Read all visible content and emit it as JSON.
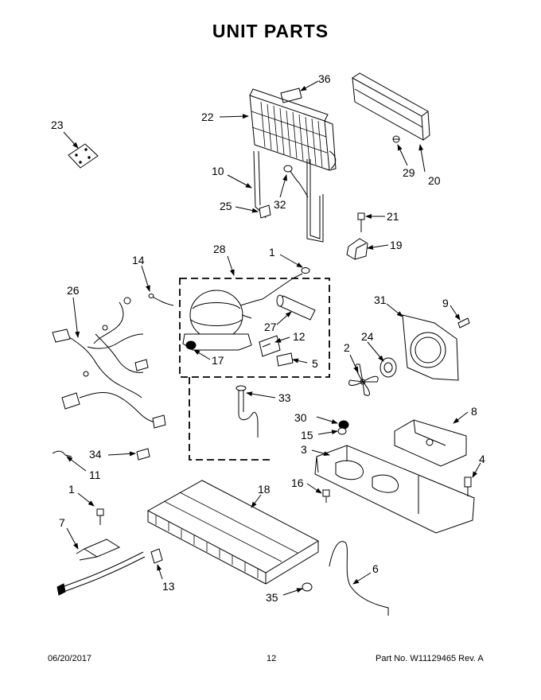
{
  "title": "UNIT PARTS",
  "footer": {
    "date": "06/20/2017",
    "page": "12",
    "part_no": "Part No.  W11129465  Rev.  A"
  },
  "callouts": {
    "c1a": "1",
    "c1b": "1",
    "c2": "2",
    "c3": "3",
    "c4": "4",
    "c5": "5",
    "c6": "6",
    "c7": "7",
    "c8": "8",
    "c9": "9",
    "c10": "10",
    "c11": "11",
    "c12": "12",
    "c13": "13",
    "c14": "14",
    "c15": "15",
    "c16": "16",
    "c17": "17",
    "c18": "18",
    "c19": "19",
    "c20": "20",
    "c21": "21",
    "c22": "22",
    "c23": "23",
    "c24": "24",
    "c25": "25",
    "c26": "26",
    "c27": "27",
    "c28": "28",
    "c29": "29",
    "c30": "30",
    "c31": "31",
    "c32": "32",
    "c33": "33",
    "c34": "34",
    "c35": "35",
    "c36": "36"
  }
}
